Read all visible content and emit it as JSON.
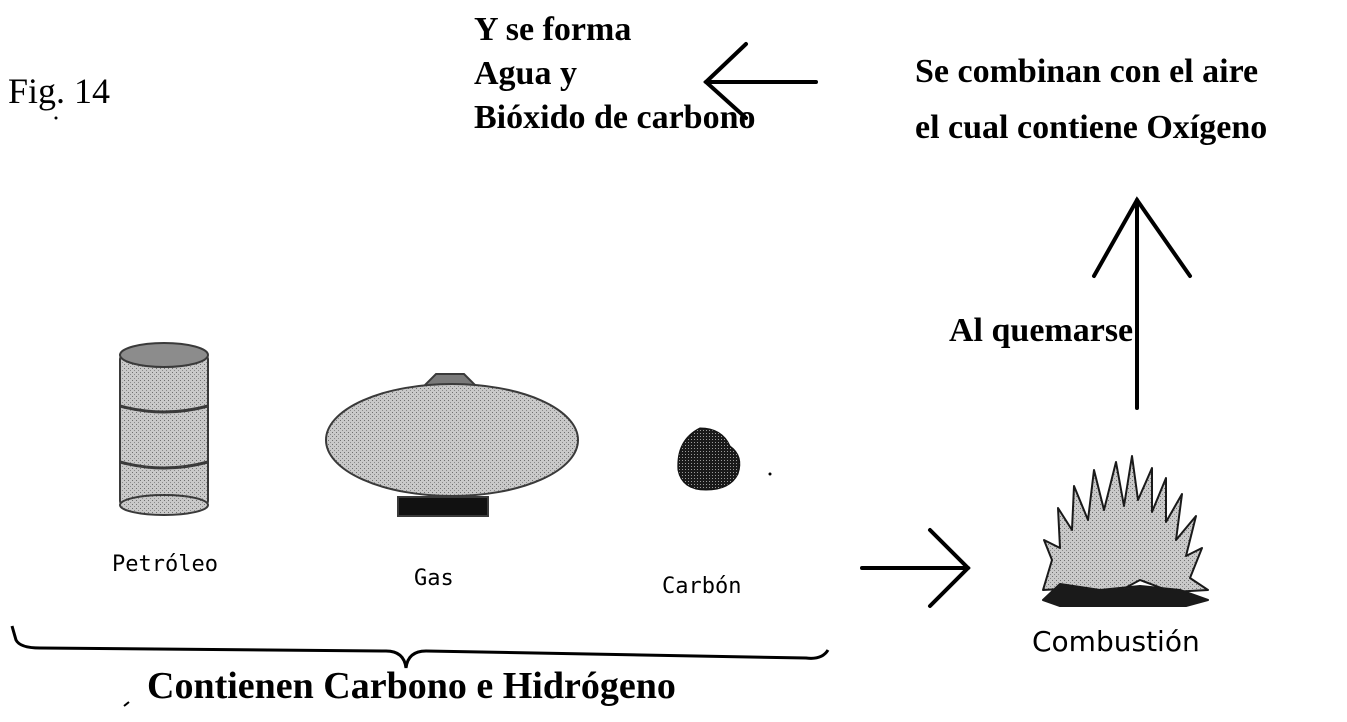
{
  "figure": {
    "label": "Fig. 14"
  },
  "result": {
    "lines": [
      "Y se forma",
      "Agua y",
      "Bióxido de carbono"
    ]
  },
  "combine": {
    "lines": [
      "Se combinan con el aire",
      "el cual contiene Oxígeno"
    ]
  },
  "burn": {
    "label": "Al quemarse"
  },
  "fuels": [
    {
      "label": "Petróleo",
      "icon": "oil-barrel-icon"
    },
    {
      "label": "Gas",
      "icon": "gas-tank-icon"
    },
    {
      "label": "Carbón",
      "icon": "coal-lump-icon"
    }
  ],
  "combustion": {
    "label": "Combustión",
    "icon": "flame-icon"
  },
  "group": {
    "label": "Contienen Carbono e Hidrógeno"
  },
  "colors": {
    "ink": "#000000",
    "stipple": "#b9b9b9",
    "dark": "#2a2a2a"
  }
}
